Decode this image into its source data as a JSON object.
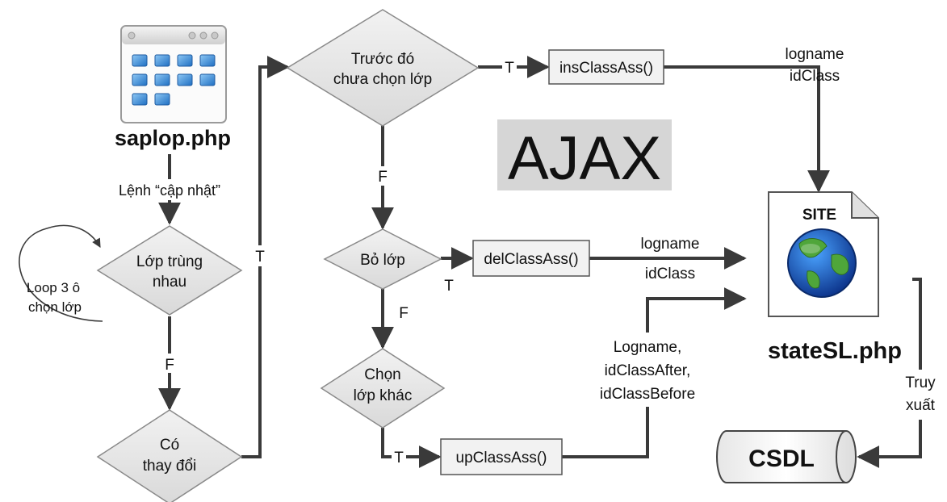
{
  "diagram": {
    "pages": {
      "saplop": "saplop.php",
      "statesl": "stateSL.php",
      "site_badge": "SITE"
    },
    "ajax": "AJAX",
    "database": "CSDL",
    "decisions": {
      "lop_trung": [
        "Lớp trùng",
        "nhau"
      ],
      "co_thay_doi": [
        "Có",
        "thay đổi"
      ],
      "truoc_do": [
        "Trước đó",
        "chưa chọn lớp"
      ],
      "bo_lop": [
        "Bỏ lớp"
      ],
      "chon_lop_khac": [
        "Chọn",
        "lớp khác"
      ]
    },
    "processes": {
      "ins": "insClassAss()",
      "del": "delClassAss()",
      "up": "upClassAss()"
    },
    "edge_labels": {
      "lenh": "Lệnh “cập nhật”",
      "loop": [
        "Loop 3 ô",
        "chọn lớp"
      ],
      "f_lop": "F",
      "t_left": "T",
      "t_ins": "T",
      "f_truoc": "F",
      "t_bo": "T",
      "f_bo": "F",
      "t_chon": "T",
      "ins_params": [
        "logname",
        "idClass"
      ],
      "del_params": [
        "logname",
        "idClass"
      ],
      "up_params": [
        "Logname,",
        "idClassAfter,",
        "idClassBefore"
      ],
      "truy_xuat": [
        "Truy",
        "xuất"
      ]
    },
    "icons": {
      "calendar": "calendar-grid-icon",
      "document": "document-page-icon",
      "globe": "globe-icon",
      "database": "database-cylinder-icon"
    }
  }
}
